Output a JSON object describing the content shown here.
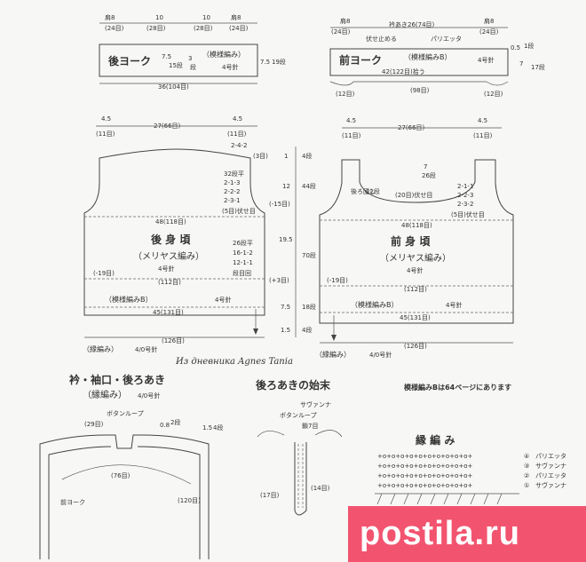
{
  "back_yoke": {
    "title": "後ヨーク",
    "pattern": "（模様編み）",
    "needle": "4号針",
    "top_dims": [
      "肩8",
      "(24目)",
      "10",
      "(28目)",
      "10",
      "(28目)",
      "肩8",
      "(24目)"
    ],
    "height": "7.5",
    "height_rows": "19段",
    "side_rows": "7.5",
    "side_rows_alt": "15段",
    "center": "3",
    "center_rows": "段",
    "bottom": "36(104目)"
  },
  "front_yoke": {
    "title": "前ヨーク",
    "pattern": "（模様編みB）",
    "needle": "4号針",
    "top_dims": [
      "肩8",
      "(24目)",
      "衿あき26(74目)",
      "肩8",
      "(24目)"
    ],
    "bind_off": "伏せ止める",
    "picot": "パリエッタ",
    "bottom": "42(122目)拾う",
    "bottom_parts": [
      "(12目)",
      "(98目)",
      "(12目)"
    ],
    "side_a": "0.5",
    "side_a_rows": "1段",
    "side_b": "7",
    "side_b_rows": "17段"
  },
  "back_body": {
    "title": "後 身 頃",
    "subtitle": "（メリヤス編み）",
    "needle": "4号針",
    "top_left": "4.5",
    "top_left_st": "(11目)",
    "top_mid": "27(66目)",
    "top_right": "4.5",
    "top_right_st": "(11目)",
    "dec_top": "2-4-2",
    "dec_top_sub": "(3目)",
    "dec_list": [
      "32段平",
      "2-1-3",
      "2-2-2",
      "2-3-1",
      "(5目)伏せ目"
    ],
    "width": "48(118目)",
    "width_minus": "(-15目)",
    "inc_list": [
      "26段平",
      "16-1-2",
      "12-1-1",
      "段目回"
    ],
    "minus19": "(-19目)",
    "width112": "(112目)",
    "plus3": "(+3目)",
    "border_pattern": "（模様編みB）",
    "border_needle": "4号針",
    "width131": "45(131目)",
    "width126": "(126目)",
    "edge": "（縁編み）",
    "edge_needle": "4/0号針"
  },
  "front_body": {
    "title": "前 身 頃",
    "subtitle": "（メリヤス編み）",
    "needle": "4号針",
    "top_left": "4.5",
    "top_left_st": "(11目)",
    "top_mid": "27(66目)",
    "top_right": "4.5",
    "top_right_st": "(11目)",
    "neck_depth": "7",
    "neck_depth_rows": "26段",
    "neck_center": "(20目)伏せ目",
    "pickup": "後ろ回し",
    "pickup_rows": "22段",
    "dec_list": [
      "2-1-1",
      "2-2-3",
      "2-3-2",
      "(5目)伏せ目"
    ],
    "width": "48(118目)",
    "minus19": "(-19目)",
    "width112": "(112目)",
    "border_pattern": "（模様編みB）",
    "border_needle": "4号針",
    "width131": "45(131目)",
    "width126": "(126目)",
    "edge": "（縁編み）",
    "edge_needle": "4/0号針"
  },
  "center_dims": {
    "a": "1",
    "a_rows": "4段",
    "b": "12",
    "b_rows": "44段",
    "c": "19.5",
    "c_rows": "70段",
    "d": "7.5",
    "d_rows": "18段",
    "e": "1.5",
    "e_rows": "4段"
  },
  "watermark": "Из дневника Agnes Tania",
  "collar": {
    "title": "衿・袖口・後ろあき",
    "subtitle": "（縁編み）",
    "needle": "4/0号針",
    "button_loop": "ボタンループ",
    "count29": "(29目)",
    "count76": "(76目)",
    "count120": "(120目)",
    "d1": "0.8",
    "d1_rows": "2段",
    "d2": "1.5",
    "d2_rows": "4段",
    "yoke": "前ヨーク"
  },
  "back_opening": {
    "title": "後ろあきの始末",
    "savanna": "サヴァンナ",
    "button_loop": "ボタンループ",
    "chain": "鎖7目",
    "count17": "(17目)",
    "count14": "(14目)"
  },
  "note": "模様編みBは64ページにあります",
  "edging": {
    "title": "縁 編 み",
    "rows": [
      {
        "num": "④",
        "name": "パリエッタ"
      },
      {
        "num": "③",
        "name": "サヴァンナ"
      },
      {
        "num": "②",
        "name": "パリエッタ"
      },
      {
        "num": "①",
        "name": "サヴァンナ"
      }
    ],
    "row_pattern": "+o+o+o+o+o+o+o+o+o+o+"
  },
  "banner": {
    "text": "postila.ru",
    "color": "#f2546f"
  }
}
